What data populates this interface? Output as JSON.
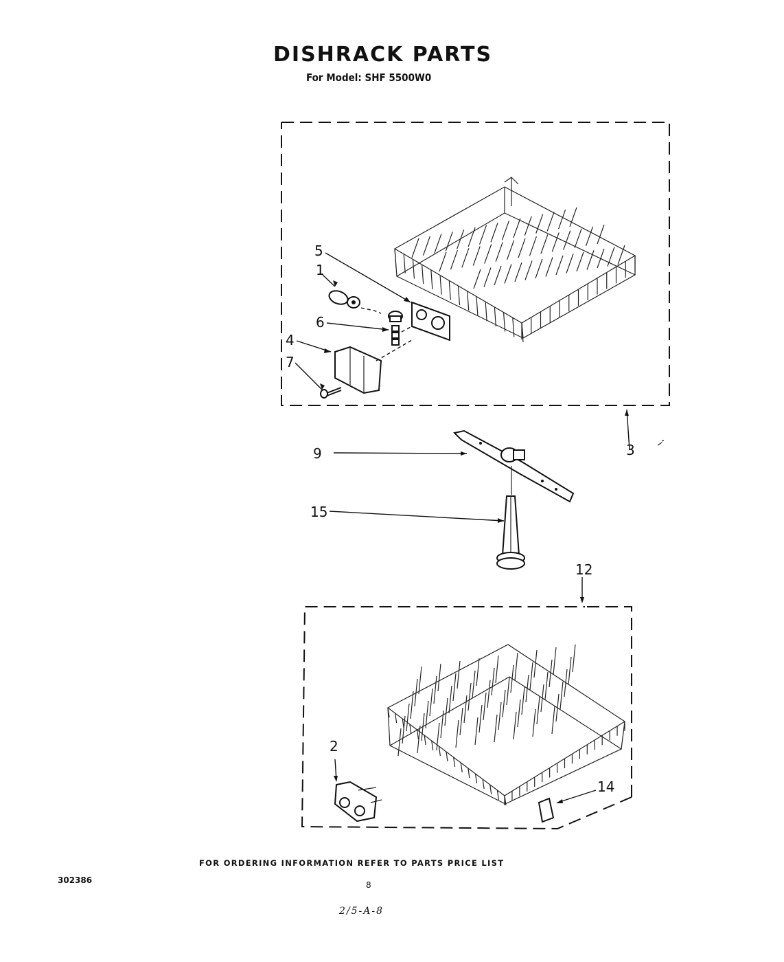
{
  "header": {
    "title": "DISHRACK PARTS",
    "subtitle": "For Model: SHF 5500W0"
  },
  "callouts": {
    "c1": "1",
    "c2": "2",
    "c3": "3",
    "c4": "4",
    "c5": "5",
    "c6": "6",
    "c7": "7",
    "c9": "9",
    "c12": "12",
    "c14": "14",
    "c15": "15"
  },
  "footer": {
    "note": "FOR ORDERING INFORMATION REFER TO PARTS PRICE LIST",
    "doc_number": "302386",
    "page_number": "8",
    "handwritten": "2/5-A-8"
  }
}
